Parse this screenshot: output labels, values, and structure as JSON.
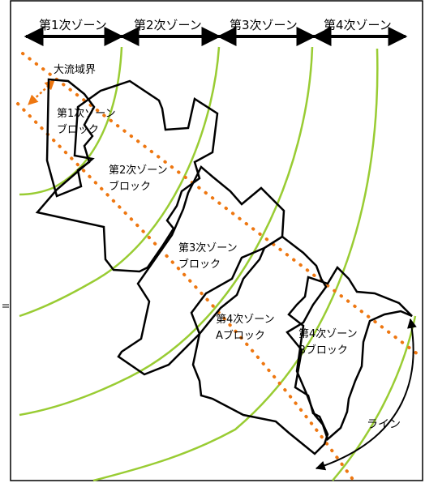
{
  "zones": [
    {
      "label": "第1次ゾーン"
    },
    {
      "label": "第2次ゾーン"
    },
    {
      "label": "第3次ゾーン"
    },
    {
      "label": "第4次ゾーン"
    }
  ],
  "boundary_label": "大流域界",
  "blocks": [
    {
      "line1": "第1次ゾーン",
      "line2": "ブロック"
    },
    {
      "line1": "第2次ゾーン",
      "line2": "ブロック"
    },
    {
      "line1": "第3次ゾーン",
      "line2": "ブロック"
    },
    {
      "line1": "第4次ゾーン",
      "line2": "Aブロック"
    },
    {
      "line1": "第4次ゾーン",
      "line2": "Bブロック"
    }
  ],
  "line_label": "ライン",
  "colors": {
    "contour": "#99cc33",
    "dotted": "#ee7711",
    "outline": "#000000"
  }
}
